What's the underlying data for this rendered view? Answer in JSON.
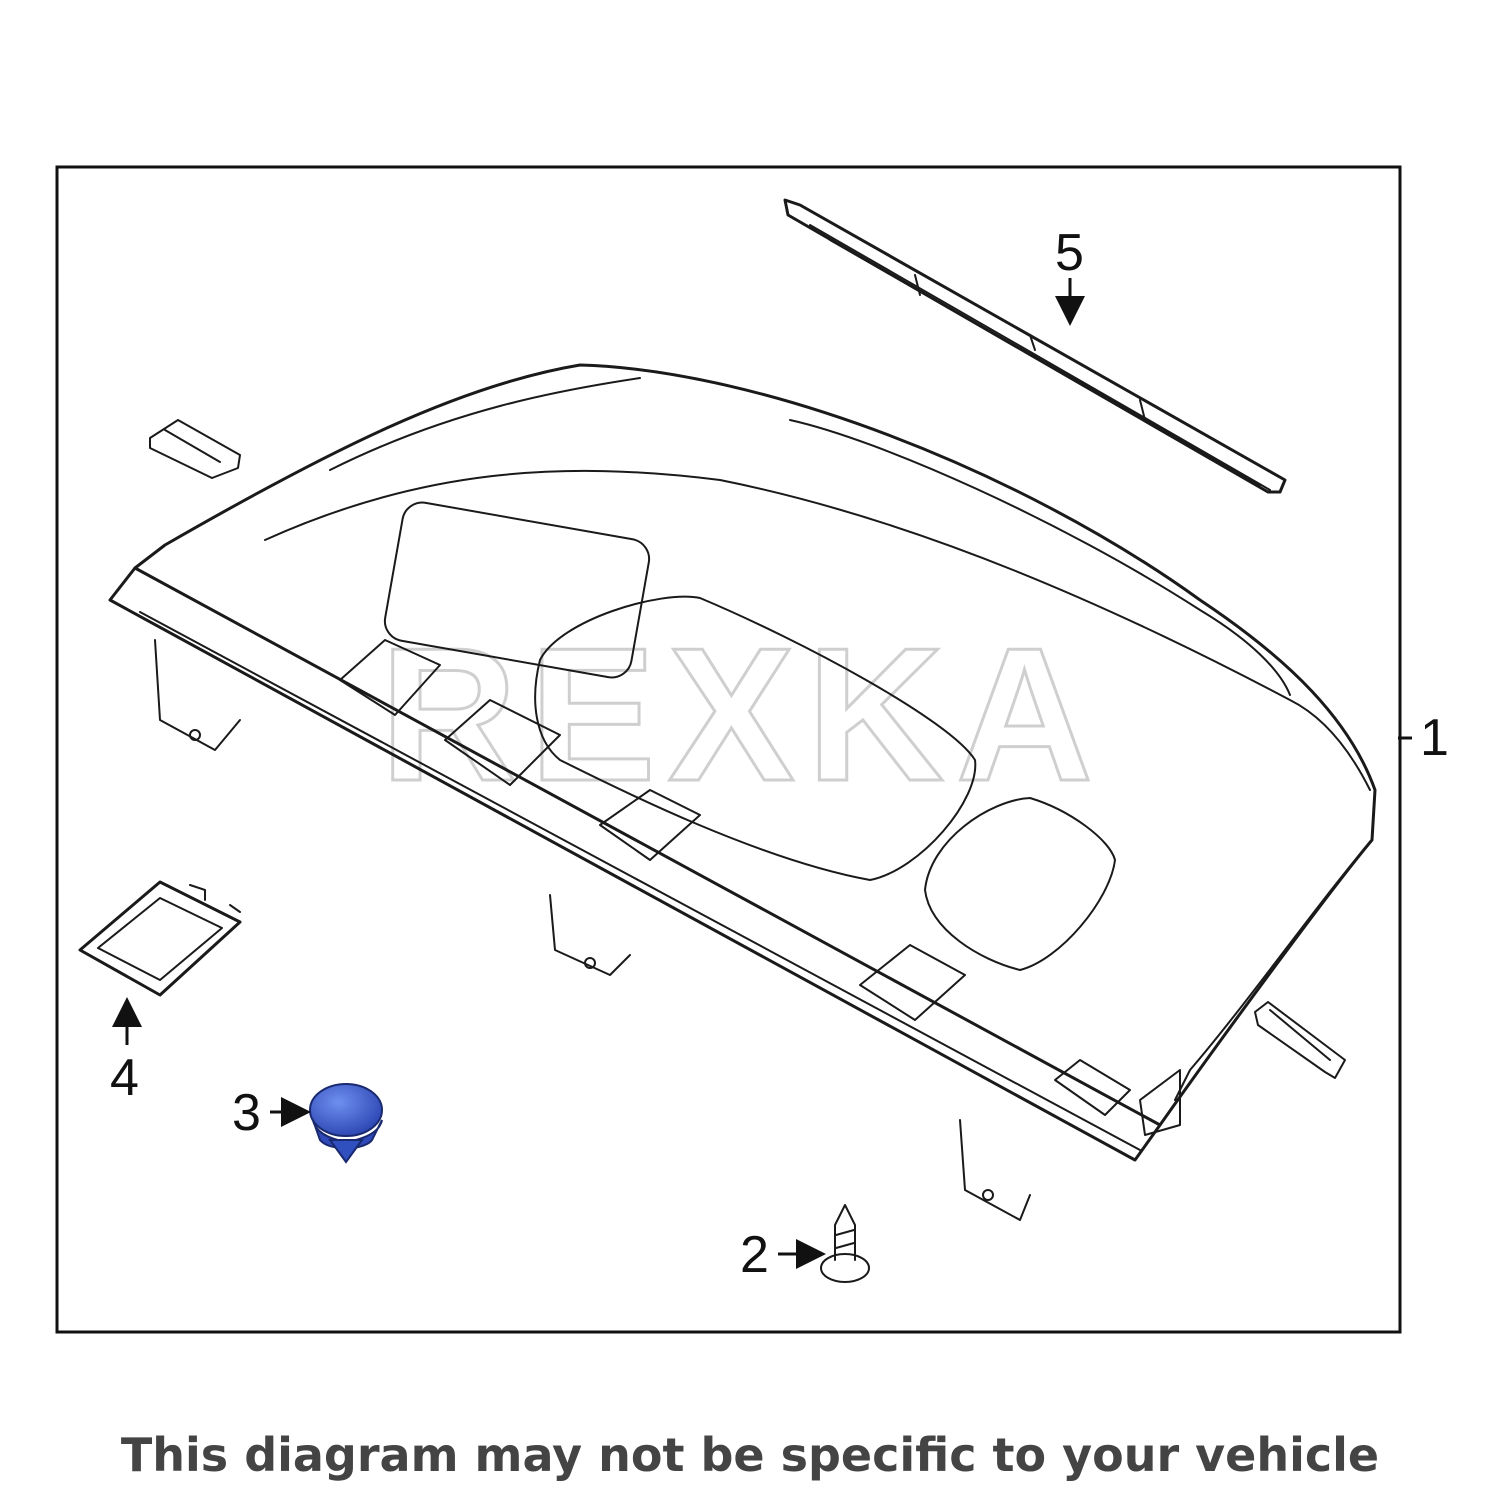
{
  "diagram": {
    "parts": [
      {
        "number": "1",
        "icon": "rear-package-tray-icon"
      },
      {
        "number": "2",
        "icon": "screw-icon"
      },
      {
        "number": "3",
        "icon": "push-clip-icon"
      },
      {
        "number": "4",
        "icon": "speaker-grille-cover-icon"
      },
      {
        "number": "5",
        "icon": "deck-trim-strip-icon"
      }
    ],
    "highlight_part": "3",
    "highlight_color": "#3b5bd0",
    "watermark": "REXKA"
  },
  "caption": "This diagram may not be specific to your vehicle"
}
